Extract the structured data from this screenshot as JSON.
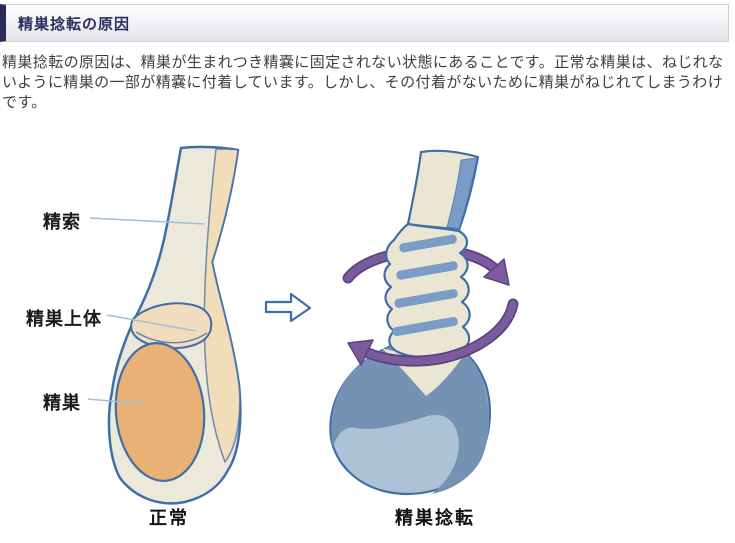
{
  "header": {
    "title": "精巣捻転の原因"
  },
  "intro": {
    "text": "精巣捻転の原因は、精巣が生まれつき精嚢に固定されない状態にあることです。正常な精巣は、ねじれないように精巣の一部が精嚢に付着しています。しかし、その付着がないために精巣がねじれてしまうわけです。"
  },
  "figure": {
    "labels": [
      {
        "text": "精索"
      },
      {
        "text": "精巣上体"
      },
      {
        "text": "精巣"
      }
    ],
    "captions": {
      "normal": "正常",
      "torsion": "精巣捻転"
    },
    "icons": {
      "transform_arrow": "hollow-right-arrow",
      "rotation_arrows": "circular-twist-arrows"
    },
    "colors": {
      "outline_blue": "#3F6EA8",
      "cord_cream": "#ECE9DA",
      "strip_tan": "#F3DDB9",
      "epididymis_tan": "#F2DCBE",
      "testis_orange": "#EAB176",
      "twist_cream": "#EAE6D3",
      "twist_blue": "#7B9CC5",
      "bulb_dark_blue": "#7492B4",
      "bulb_light_blue": "#AEC2D5",
      "rotation_purple": "#7A5B9E",
      "rotation_purple_dark": "#5C4380",
      "leader_line_blue": "#A3BEDC",
      "header_accent_navy": "#2B2B5A",
      "title_text_navy": "#2D2D5E"
    }
  }
}
